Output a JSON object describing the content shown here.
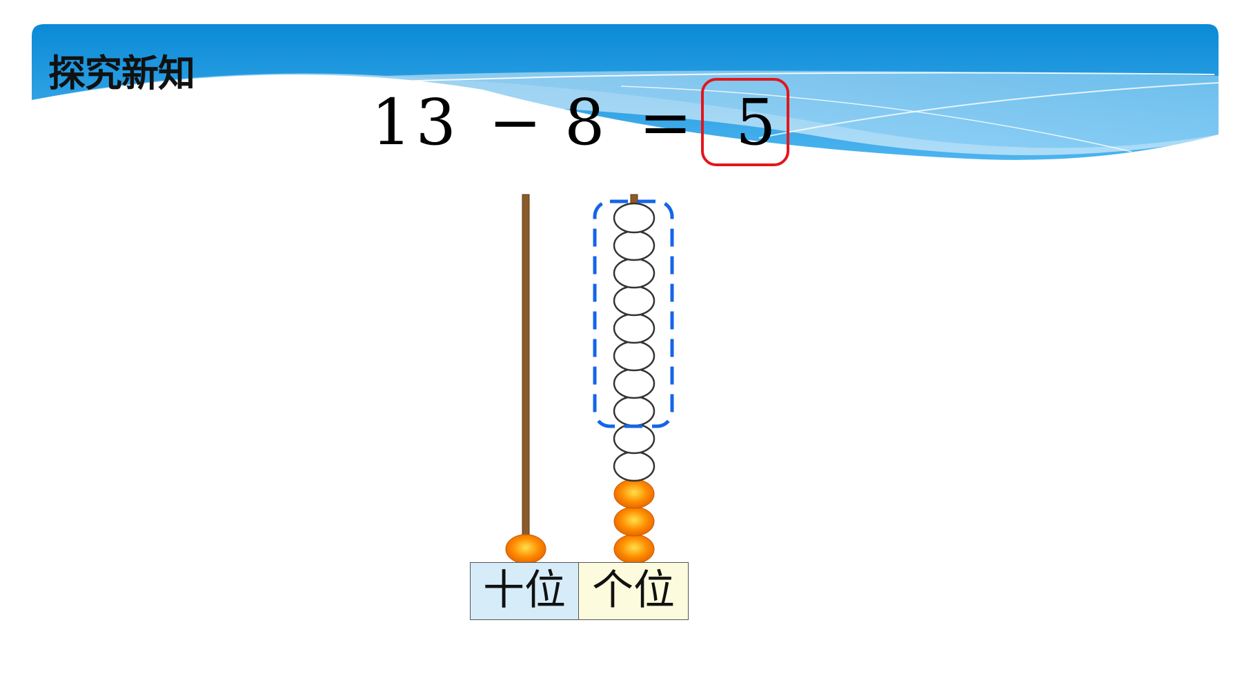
{
  "header": {
    "title": "探究新知",
    "colors": {
      "banner_top": "#0b8fd8",
      "banner_light": "#8fd0f5"
    }
  },
  "equation": {
    "minuend": "13",
    "operator": "−",
    "subtrahend": "8",
    "equals": "=",
    "result": "5",
    "result_box_color": "#e3151a"
  },
  "abacus": {
    "tens": {
      "label": "十位",
      "beads": 1
    },
    "ones": {
      "label": "个位",
      "beads_filled": 3,
      "beads_empty": 10,
      "beads_removed_highlighted": 8
    },
    "colors": {
      "rod": "#8b5a2b",
      "bead_fill": "#ff8c00",
      "bead_empty_stroke": "#333333",
      "highlight": "#1565e8"
    }
  }
}
